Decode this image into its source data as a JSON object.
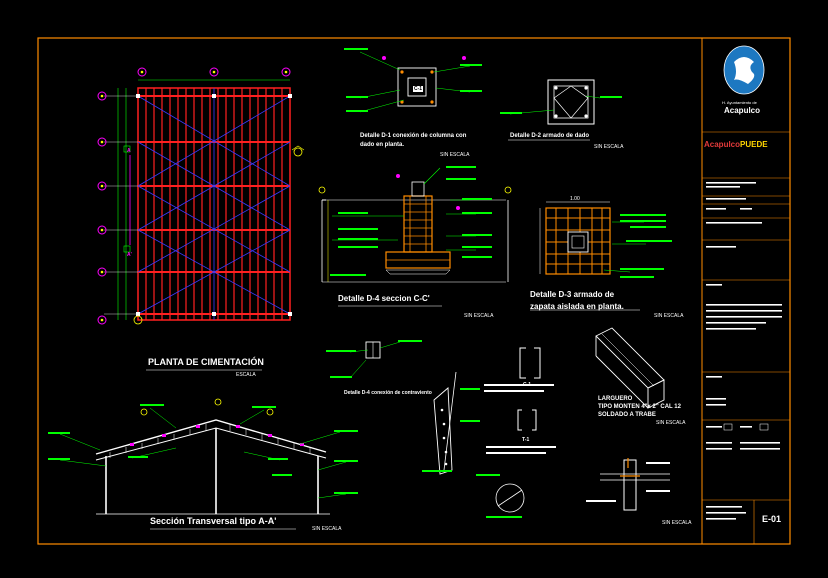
{
  "drawing": {
    "plan_title": "PLANTA DE CIMENTACIÓN",
    "plan_scale": "ESCALA",
    "section_title": "Sección Transversal tipo A-A'",
    "section_scale": "SIN ESCALA",
    "detail_d1_title_1": "Detalle D-1 conexión de columna con",
    "detail_d1_title_2": "dado en planta.",
    "detail_d1_scale": "SIN ESCALA",
    "detail_d2_title": "Detalle D-2 armado de dado",
    "detail_d2_scale": "SIN ESCALA",
    "detail_d4_title": "Detalle D-4 seccion C-C'",
    "detail_d4_scale": "SIN ESCALA",
    "detail_d3_title_1": "Detalle D-3 armado de",
    "detail_d3_title_2": "zapata aislada en planta.",
    "detail_d3_scale": "SIN ESCALA",
    "detail_d3_dim": "1.00",
    "detail_d5_title": "Detalle D-4 conexión de contraviento",
    "larguero_1": "LARGUERO",
    "larguero_2": "TIPO MONTEN 4\"x 2\" CAL 12",
    "larguero_3": "SOLDADO A TRABE",
    "larguero_scale": "SIN ESCALA",
    "col_label": "C-1",
    "trabe_label": "T-1",
    "dado_label": "C-1",
    "axis_a": "A",
    "axis_a2": "A'",
    "bottom_scale": "SIN ESCALA"
  },
  "titleblock": {
    "org_line": "H. Ayuntamiento de",
    "city": "Acapulco",
    "logo_word_1": "Acapulco",
    "logo_word_2": "PUEDE",
    "sheet_number": "E-01"
  },
  "colors": {
    "border": "#ff8c00",
    "grid_red": "#ff2020",
    "grid_blue": "#3a3aff",
    "axis_magenta": "#ff00ff",
    "green": "#00ff00",
    "yellow": "#ffff00",
    "cyan": "#00ffff",
    "white": "#ffffff"
  }
}
